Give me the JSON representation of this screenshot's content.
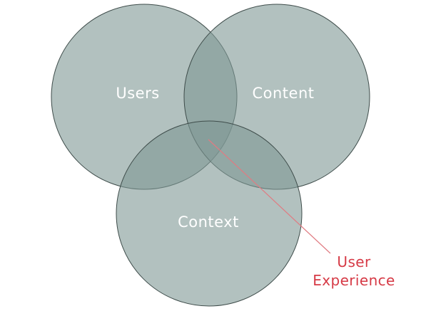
{
  "diagram": {
    "circles": [
      {
        "label": "Users"
      },
      {
        "label": "Content"
      },
      {
        "label": "Context"
      }
    ],
    "callout": {
      "line1": "User",
      "line2": "Experience"
    }
  },
  "colors": {
    "circle_fill": "#7f9894",
    "circle_stroke": "#3e4c4a",
    "label_text": "#ffffff",
    "callout_line": "#e07b82",
    "callout_text": "#d63a46"
  }
}
